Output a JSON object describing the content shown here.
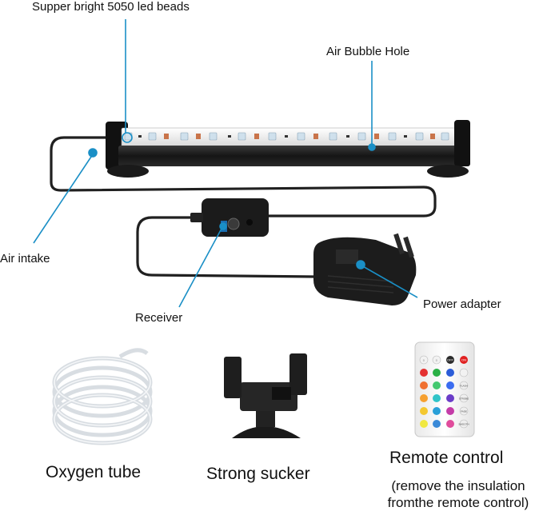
{
  "labels": {
    "led_beads": "Supper bright 5050 led beads",
    "air_bubble_hole": "Air Bubble Hole",
    "air_intake": "Air intake",
    "receiver": "Receiver",
    "power_adapter": "Power adapter",
    "oxygen_tube": "Oxygen tube",
    "strong_sucker": "Strong sucker",
    "remote_control": "Remote control",
    "remote_note_line1": "(remove the insulation",
    "remote_note_line2": "fromthe remote control)"
  },
  "remote_buttons": {
    "row1": [
      "☼",
      "☼",
      "OFF",
      "ON"
    ],
    "side_labels": [
      "FLASH",
      "STROBE",
      "FADE",
      "SMOOTH"
    ]
  },
  "colors": {
    "callout": "#1a8fc6",
    "device_dark": "#1c1c1c",
    "cable": "#202020"
  }
}
